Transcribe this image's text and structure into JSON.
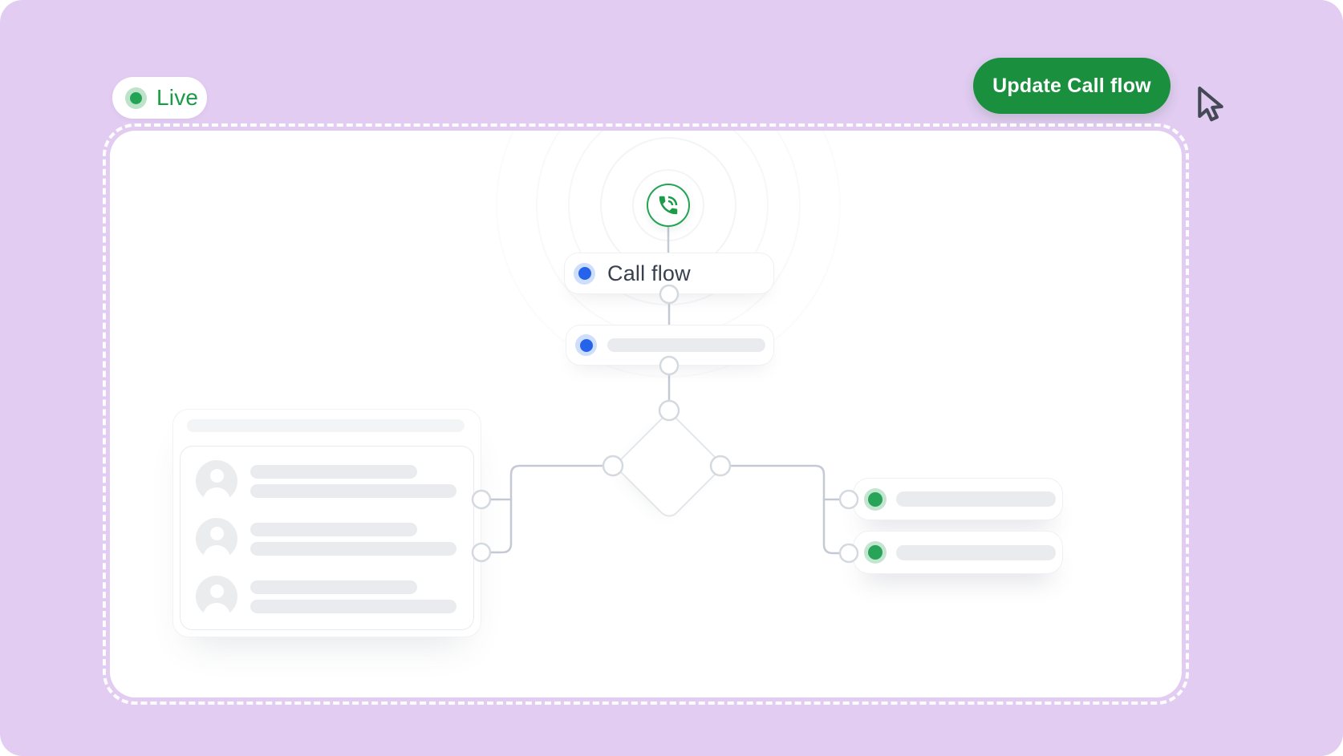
{
  "header": {
    "live_badge": {
      "label": "Live",
      "dot_color": "#23A455",
      "text_color": "#1A9B45"
    },
    "update_button": {
      "label": "Update Call flow",
      "background_color": "#1A8F3E",
      "text_color": "#FFFFFF"
    },
    "cursor_icon": "mouse-pointer-icon"
  },
  "flow": {
    "start_node": {
      "icon": "phone-in-talk-icon",
      "color": "#1C9C49"
    },
    "call_flow_node": {
      "label": "Call flow",
      "dot_color": "#2563EB"
    },
    "step_node": {
      "label": "",
      "dot_color": "#2563EB",
      "placeholder": true
    },
    "decision_node": {
      "type": "diamond"
    },
    "contacts_card": {
      "rows": 3,
      "placeholder": true
    },
    "outcome_nodes": [
      {
        "label": "",
        "dot_color": "#28A458",
        "placeholder": true
      },
      {
        "label": "",
        "dot_color": "#28A458",
        "placeholder": true
      }
    ]
  },
  "colors": {
    "page_background": "#E2CCF2",
    "canvas_background": "#FFFFFF",
    "connector_line": "#C4C9D3",
    "placeholder_bar": "#E9EBEE"
  }
}
